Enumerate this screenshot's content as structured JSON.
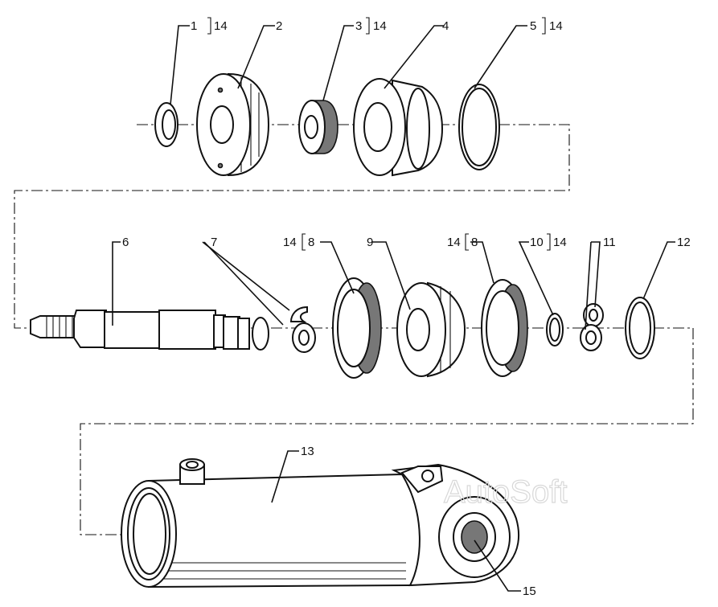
{
  "diagram": {
    "labels": [
      {
        "id": "1",
        "text": "1"
      },
      {
        "id": "2",
        "text": "2"
      },
      {
        "id": "3",
        "text": "3"
      },
      {
        "id": "4",
        "text": "4"
      },
      {
        "id": "5",
        "text": "5"
      },
      {
        "id": "6",
        "text": "6"
      },
      {
        "id": "7",
        "text": "7"
      },
      {
        "id": "8a",
        "text": "8"
      },
      {
        "id": "9",
        "text": "9"
      },
      {
        "id": "8b",
        "text": "8"
      },
      {
        "id": "10",
        "text": "10"
      },
      {
        "id": "11",
        "text": "11"
      },
      {
        "id": "12",
        "text": "12"
      },
      {
        "id": "13",
        "text": "13"
      },
      {
        "id": "15",
        "text": "15"
      }
    ],
    "kit_ref": "14",
    "watermark": "AutoSoft"
  }
}
